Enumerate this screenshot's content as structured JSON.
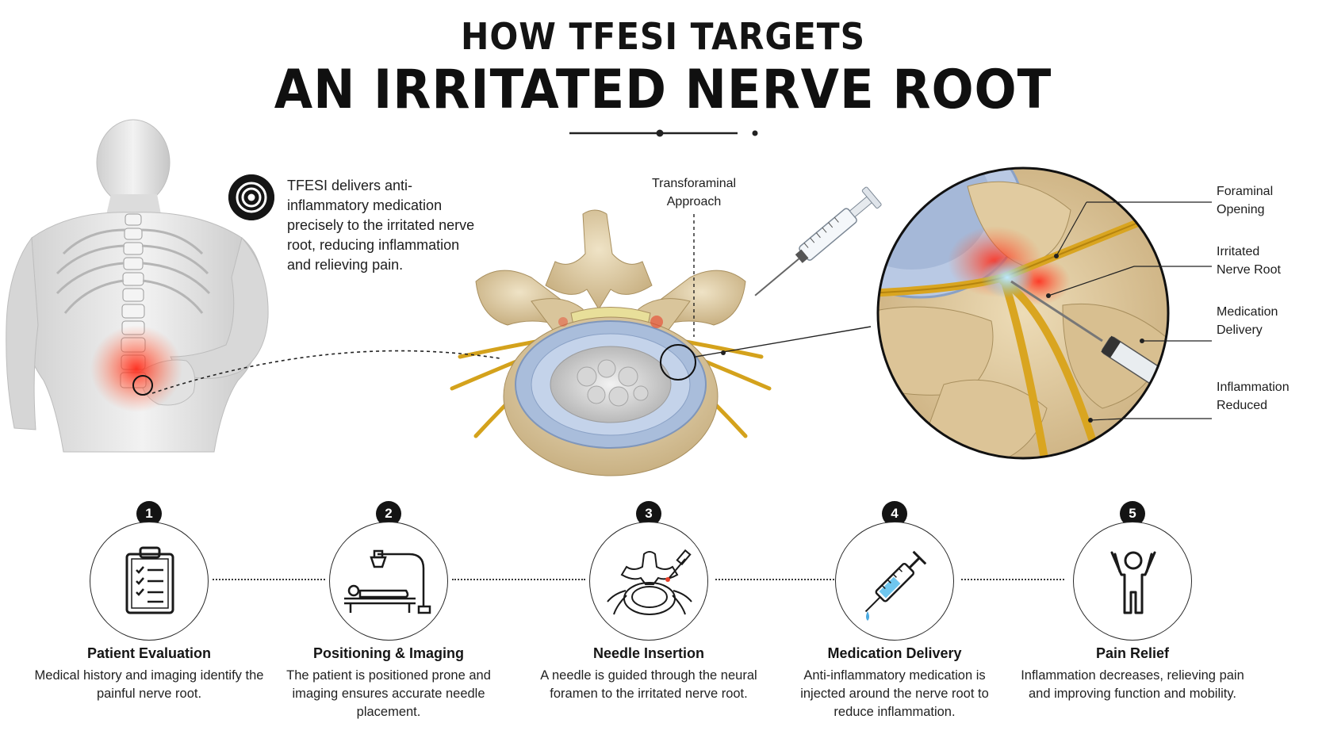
{
  "title": {
    "line1": "HOW TFESI TARGETS",
    "line2": "AN IRRITATED NERVE ROOT"
  },
  "intro": {
    "text": "TFESI delivers anti-inflammatory medication precisely to the irritated nerve root, reducing inflammation and relieving pain.",
    "icon": "target-icon"
  },
  "diagram": {
    "approach_label_1": "Transforaminal",
    "approach_label_2": "Approach"
  },
  "callouts": [
    {
      "line1": "Foraminal",
      "line2": "Opening"
    },
    {
      "line1": "Irritated",
      "line2": "Nerve Root"
    },
    {
      "line1": "Medication",
      "line2": "Delivery"
    },
    {
      "line1": "Inflammation",
      "line2": "Reduced"
    }
  ],
  "steps": [
    {
      "number": "1",
      "title": "Patient Evaluation",
      "desc": "Medical history and imaging identify the painful nerve root.",
      "icon": "clipboard-icon"
    },
    {
      "number": "2",
      "title": "Positioning & Imaging",
      "desc": "The patient is positioned prone and imaging ensures accurate needle placement.",
      "icon": "imaging-table-icon"
    },
    {
      "number": "3",
      "title": "Needle Insertion",
      "desc": "A needle is guided through the neural foramen to the irritated nerve root.",
      "icon": "vertebra-needle-icon"
    },
    {
      "number": "4",
      "title": "Medication Delivery",
      "desc": "Anti-inflammatory medication is injected around the nerve root to reduce inflammation.",
      "icon": "syringe-icon"
    },
    {
      "number": "5",
      "title": "Pain Relief",
      "desc": "Inflammation decreases, relieving pain and improving function and mobility.",
      "icon": "person-raised-arms-icon"
    }
  ],
  "colors": {
    "bone": "#d9c6a0",
    "disc": "#a9bddb",
    "nerve": "#d9a520",
    "inflammation": "#e8402a",
    "medication": "#6fc7ef",
    "ink": "#141414"
  }
}
